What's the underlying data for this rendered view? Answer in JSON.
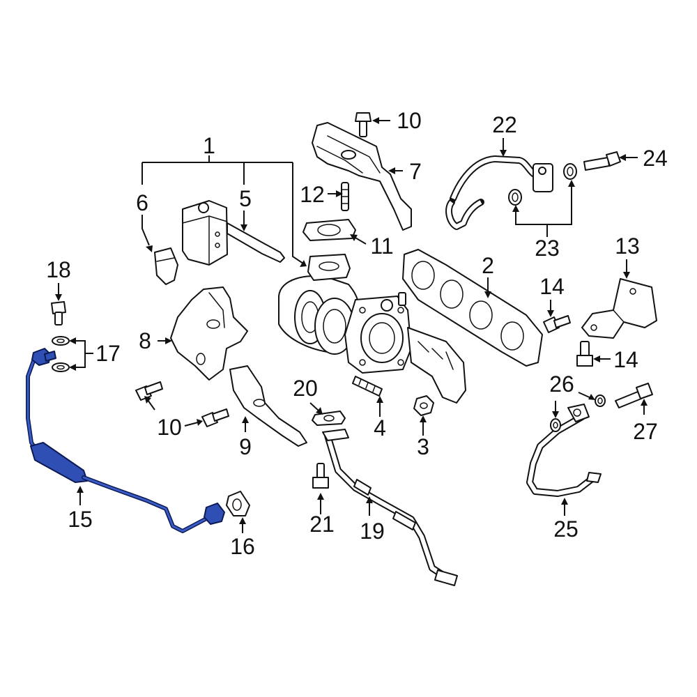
{
  "diagram": {
    "highlight_color": "#2f4fb4",
    "line_color": "#111111",
    "callouts": {
      "c1": "1",
      "c2": "2",
      "c3": "3",
      "c4": "4",
      "c5": "5",
      "c6": "6",
      "c7": "7",
      "c8": "8",
      "c9": "9",
      "c10a": "10",
      "c10b": "10",
      "c11": "11",
      "c12": "12",
      "c13": "13",
      "c14a": "14",
      "c14b": "14",
      "c15": "15",
      "c16": "16",
      "c17": "17",
      "c18": "18",
      "c19": "19",
      "c20": "20",
      "c21": "21",
      "c22": "22",
      "c23": "23",
      "c24": "24",
      "c25": "25",
      "c26": "26",
      "c27": "27"
    },
    "highlighted_part": "15"
  }
}
